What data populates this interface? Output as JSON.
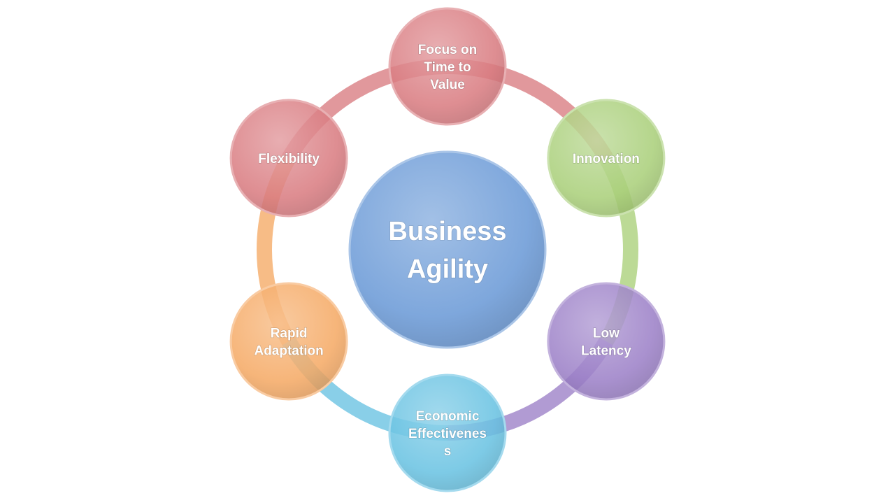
{
  "center": {
    "lines": [
      "Business",
      "Agility"
    ],
    "color": "#7ea7dc"
  },
  "nodes": [
    {
      "id": "focus-on-time-to-value",
      "lines": [
        "Focus on",
        "Time to",
        "Value"
      ],
      "color": "#d97b80"
    },
    {
      "id": "innovation",
      "lines": [
        "Innovation"
      ],
      "color": "#a9cf79"
    },
    {
      "id": "low-latency",
      "lines": [
        "Low",
        "Latency"
      ],
      "color": "#9b7fc7"
    },
    {
      "id": "economic-effectiveness",
      "lines": [
        "Economic",
        "Effectivenes",
        "s"
      ],
      "color": "#68c2e2"
    },
    {
      "id": "rapid-adaptation",
      "lines": [
        "Rapid",
        "Adaptation"
      ],
      "color": "#f5a964"
    },
    {
      "id": "flexibility",
      "lines": [
        "Flexibility"
      ],
      "color": "#d97b80"
    }
  ],
  "ring_colors": [
    "#d97b80",
    "#a9cf79",
    "#9b7fc7",
    "#68c2e2",
    "#f5a964",
    "#d97b80"
  ]
}
